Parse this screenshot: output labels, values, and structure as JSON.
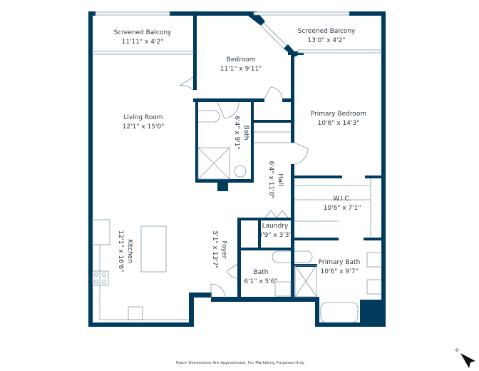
{
  "rooms": {
    "balcony_left": {
      "name": "Screened Balcony",
      "dims": "11'11\" x 4'2\""
    },
    "balcony_right": {
      "name": "Screened Balcony",
      "dims": "13'0\" x 4'2\""
    },
    "bedroom": {
      "name": "Bedroom",
      "dims": "11'1\" x 9'11\""
    },
    "living": {
      "name": "Living Room",
      "dims": "12'1\" x 15'0\""
    },
    "primary_bedroom": {
      "name": "Primary Bedroom",
      "dims": "10'6\" x 14'3\""
    },
    "bath_upper": {
      "name": "Bath",
      "dims": "6'4\" x 9'1\""
    },
    "hall": {
      "name": "Hall",
      "dims": "6'4\" x 11'0\""
    },
    "wic": {
      "name": "W.I.C.",
      "dims": "10'6\" x 7'1\""
    },
    "laundry": {
      "name": "Laundry",
      "dims": "3'9\" x 3'3\""
    },
    "kitchen": {
      "name": "Kitchen",
      "dims": "12'1\" x 16'6\""
    },
    "foyer": {
      "name": "Foyer",
      "dims": "5'1\" x 13'7\""
    },
    "bath_lower": {
      "name": "Bath",
      "dims": "6'1\" x 5'6\""
    },
    "primary_bath": {
      "name": "Primary Bath",
      "dims": "10'6\" x 9'7\""
    }
  },
  "footer": {
    "disclaimer": "Room Dimensions Are Approximate. For Marketing Purposes Only."
  },
  "compass": {
    "label": "N",
    "icon": "north-arrow-icon"
  },
  "colors": {
    "wall": "#003a5d"
  }
}
